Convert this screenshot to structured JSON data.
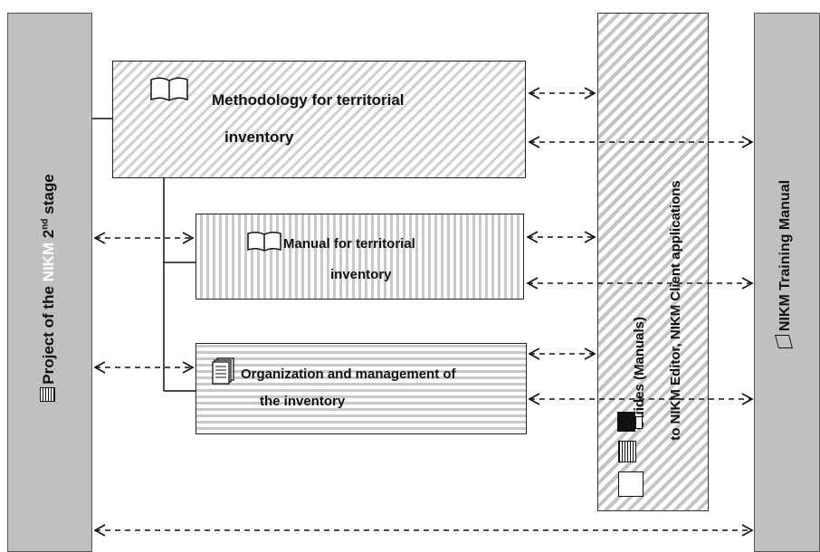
{
  "left_panel": {
    "prefix": "Project of the ",
    "highlight": "NIKM",
    "middle": " 2",
    "superscript": "nd",
    "suffix": " stage",
    "icon": "report-icon",
    "highlight_color": "#ffffff"
  },
  "right_panel": {
    "label": "NIKM Training Manual",
    "icon": "pencil-notepad-icon"
  },
  "boxes": {
    "methodology": {
      "line1": "Methodology for territorial",
      "line2": "inventory",
      "icon": "open-book-icon"
    },
    "manual": {
      "line1": "Manual for territorial",
      "line2": "inventory",
      "icon": "book-icon"
    },
    "organization": {
      "line1": "Organization and management of",
      "line2": "the inventory",
      "icon": "documents-icon"
    }
  },
  "guides": {
    "line1": "Guides (Manuals)",
    "line2": "to NIKM Editor, NIKM Client applications",
    "icons": [
      "monitor-icon",
      "stacked-docs-icon",
      "notepad-icon"
    ]
  },
  "colors": {
    "panel": "#c0c0c0",
    "border": "#222222",
    "text": "#111111"
  }
}
